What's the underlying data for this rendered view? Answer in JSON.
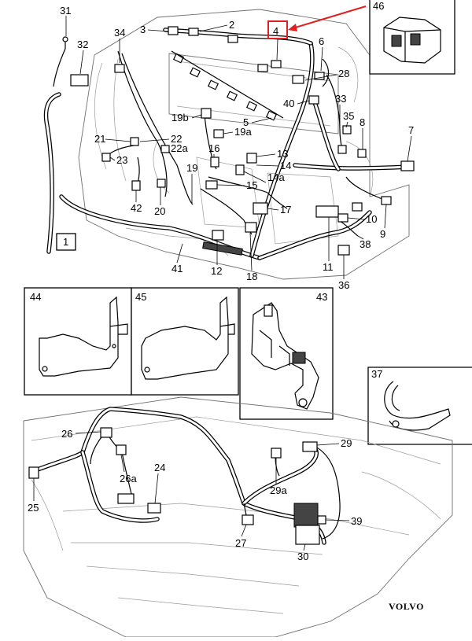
{
  "callouts": {
    "c1": "1",
    "c2": "2",
    "c3": "3",
    "c4": "4",
    "c5": "5",
    "c6": "6",
    "c7": "7",
    "c8": "8",
    "c9": "9",
    "c10": "10",
    "c11": "11",
    "c12": "12",
    "c13": "13",
    "c14": "14",
    "c14a": "14a",
    "c15": "15",
    "c16": "16",
    "c17": "17",
    "c18": "18",
    "c19": "19",
    "c19a": "19a",
    "c19b": "19b",
    "c20": "20",
    "c21": "21",
    "c22": "22",
    "c22a": "22a",
    "c23": "23",
    "c24": "24",
    "c25": "25",
    "c26": "26",
    "c26a": "26a",
    "c27": "27",
    "c28": "28",
    "c29": "29",
    "c29a": "29a",
    "c30": "30",
    "c31": "31",
    "c32": "32",
    "c33": "33",
    "c34": "34",
    "c35": "35",
    "c36": "36",
    "c37": "37",
    "c38": "38",
    "c39": "39",
    "c40": "40",
    "c41": "41",
    "c42": "42"
  },
  "detail_panels": {
    "p44": "44",
    "p45": "45",
    "p43": "43",
    "p37": "37",
    "p46": "46"
  },
  "brand": "VOLVO",
  "colors": {
    "highlight": "#e02020",
    "line": "#000000",
    "engine": "#6f6f6f"
  }
}
